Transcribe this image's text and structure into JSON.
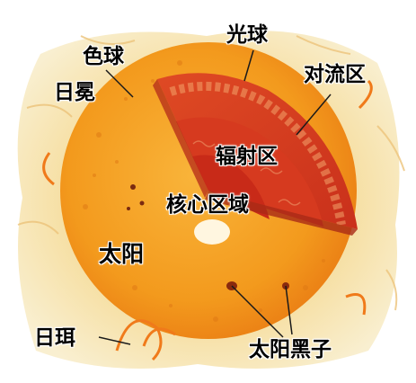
{
  "labels": {
    "guangqiu": "光球",
    "seqiu": "色球",
    "duiliuqu": "对流区",
    "rimian": "日冕",
    "fusheqqu": "辐射区",
    "hexinquyu": "核心区域",
    "taiyang": "太阳",
    "rier": "日珥",
    "taiyangheizi": "太阳黑子"
  },
  "colors": {
    "corona": "#f6e2a4",
    "photosphere": "#f39a1d",
    "convection": "#e3502a",
    "radiation": "#d2391f",
    "core": "#c82a18",
    "label": "#000000",
    "leader": "#1a1a1a"
  }
}
